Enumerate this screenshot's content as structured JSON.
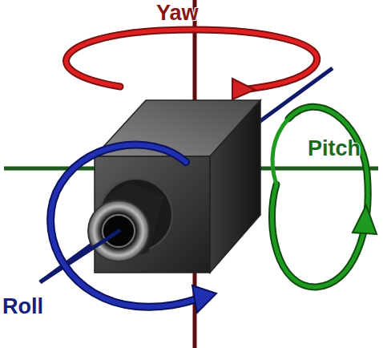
{
  "diagram": {
    "labels": [
      "Yaw",
      "Pitch",
      "Roll"
    ]
  }
}
